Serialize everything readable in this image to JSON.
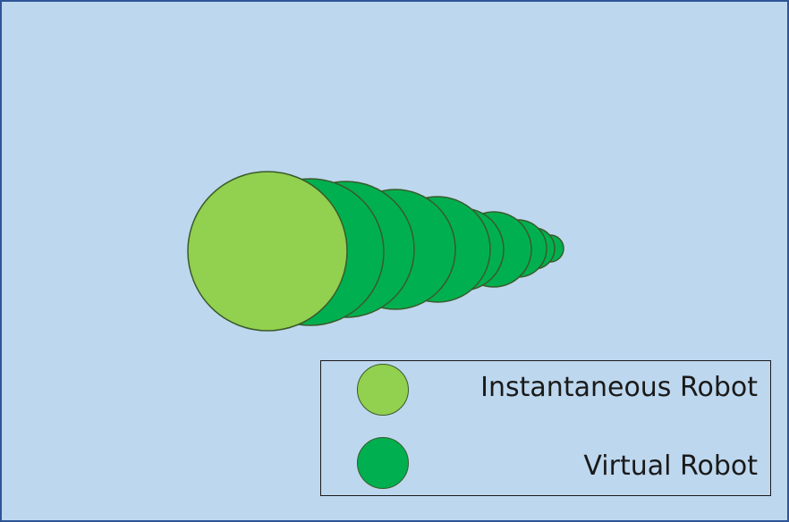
{
  "colors": {
    "background": "#bdd7ee",
    "frame": "#2f5597",
    "instantaneous_fill": "#92d050",
    "virtual_fill": "#00b050",
    "circle_stroke": "#3a5a2a",
    "legend_border": "#1a1a1a"
  },
  "legend": {
    "items": [
      {
        "label": "Instantaneous Robot",
        "kind": "instantaneous"
      },
      {
        "label": "Virtual Robot",
        "kind": "virtual"
      }
    ]
  }
}
